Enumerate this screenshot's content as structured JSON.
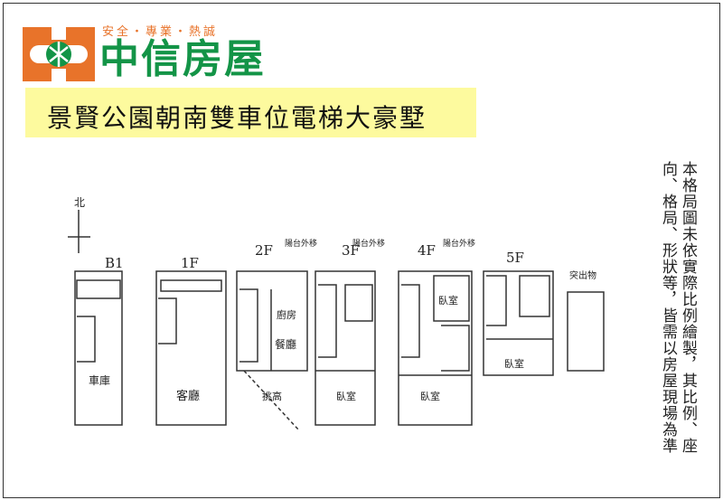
{
  "logo": {
    "slogan": "安全・專業・熱誠",
    "brand": "中信房屋",
    "colors": {
      "orange": "#e8732a",
      "green": "#139447"
    }
  },
  "title": "景賢公園朝南雙車位電梯大豪墅",
  "banner_color": "#fdfa9e",
  "note": {
    "line1": "本格局圖未依實際比例繪製，其比例、座",
    "line2": "向、格局、形狀等，皆需以房屋現場為準"
  },
  "plan": {
    "north": "北",
    "floors": [
      "B1",
      "1F",
      "2F",
      "3F",
      "4F",
      "5F",
      "突出物"
    ],
    "rooms": {
      "garage": "車庫",
      "living": "客廳",
      "dining": "餐廳",
      "kitchen": "廚房",
      "void": "挑高",
      "bedroom": "臥室"
    },
    "balcony": "陽台外移"
  }
}
